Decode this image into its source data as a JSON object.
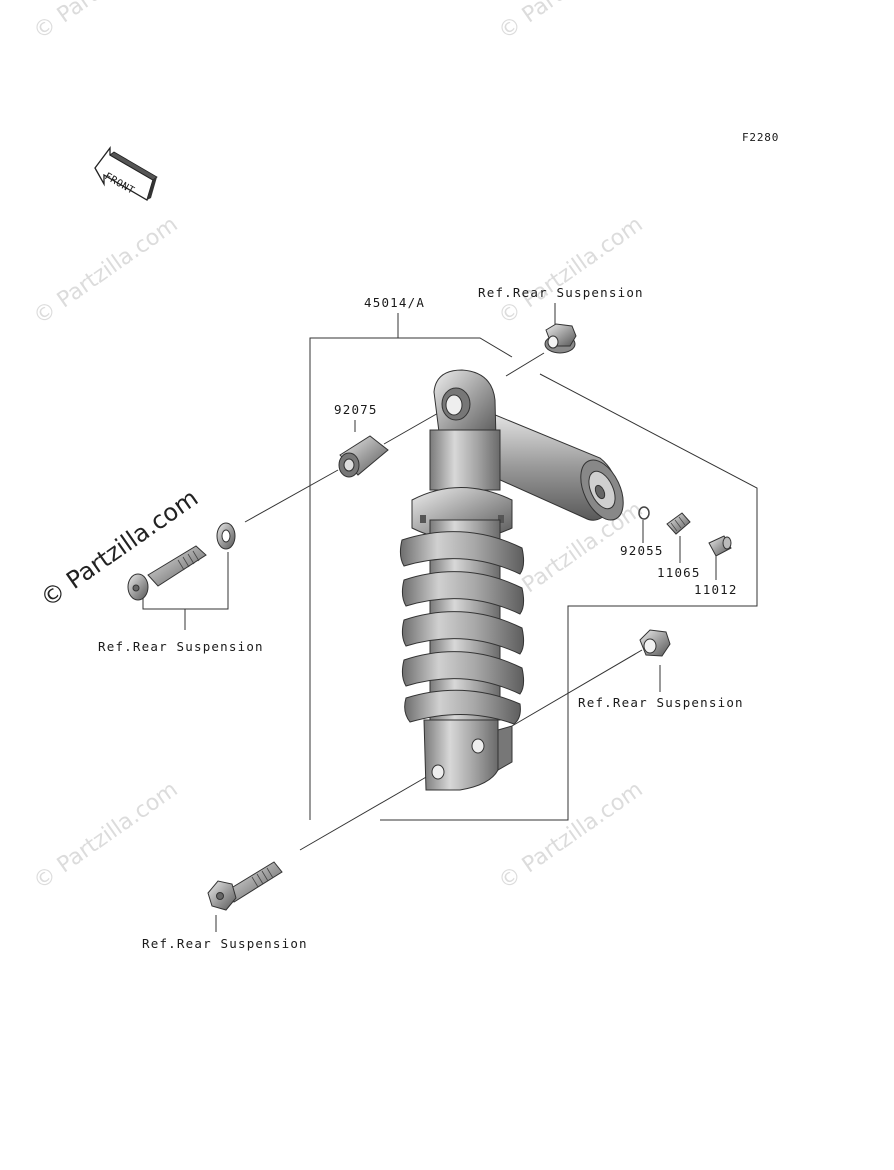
{
  "diagram": {
    "code": "F2280",
    "front_label": "FRONT",
    "watermark": "Partzilla.com",
    "watermark_symbol": "©",
    "part_numbers": {
      "shock_absorber": "45014/A",
      "collar": "92075",
      "o_ring": "92055",
      "valve": "11065",
      "cap": "11012"
    },
    "references": {
      "top_nut": "Ref.Rear Suspension",
      "left_bolt": "Ref.Rear Suspension",
      "right_nut": "Ref.Rear Suspension",
      "bottom_bolt": "Ref.Rear Suspension"
    }
  }
}
